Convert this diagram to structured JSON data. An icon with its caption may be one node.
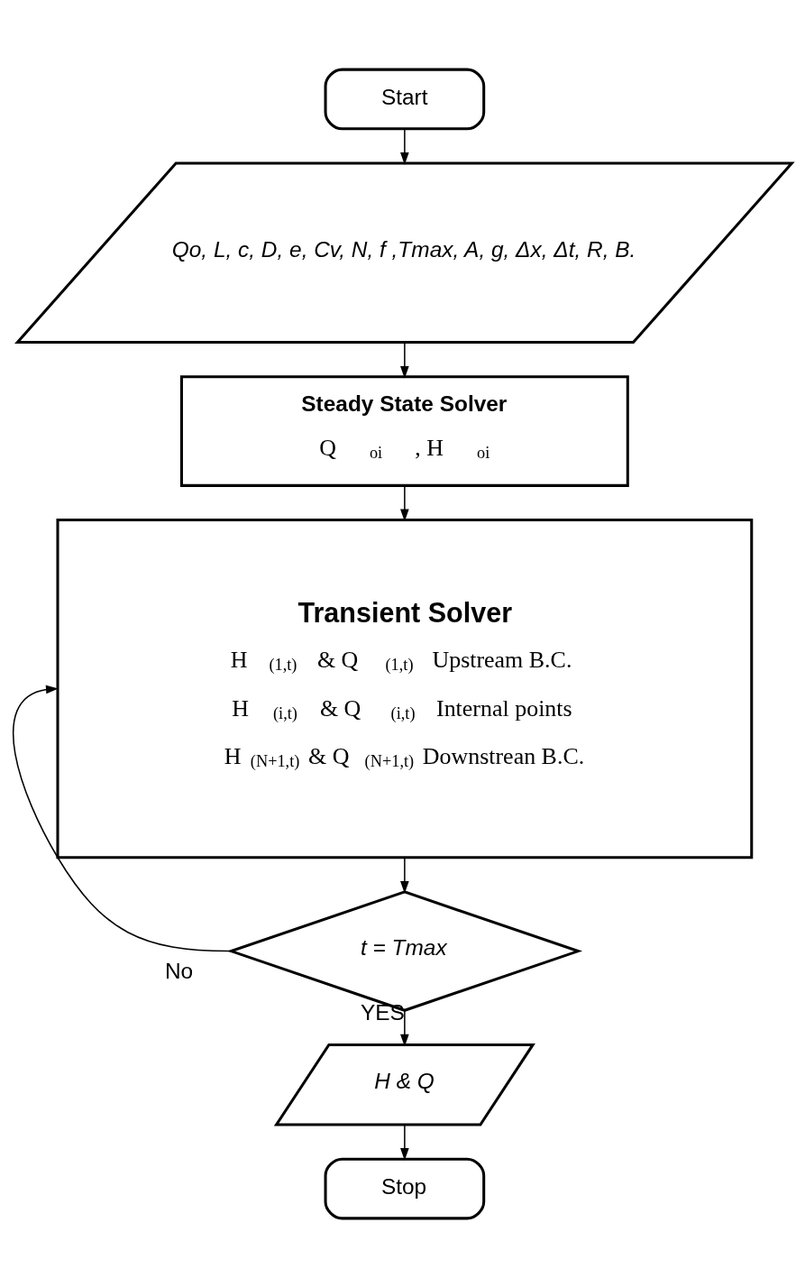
{
  "diagram": {
    "nodes": [
      {
        "text": [
          "Start"
        ]
      },
      {
        "text": [
          "Qo, L, c, D, e, Cv, N, f ,Tmax, A, g, Δx, Δt, R, B."
        ]
      },
      {
        "text": [
          "Steady State Solver",
          "Q$_{oi}$, H$_{oi}$"
        ]
      },
      {
        "text": [
          "Transient Solver",
          "H$_{(1,t)}$ & Q$_{(1,t)}$ Upstream B.C.",
          "H$_{(i,t)}$ & Q$_{(i,t)}$ Internal points",
          "H$_{(N+1,t)}$ & Q$_{(N+1,t)}$Downstrean B.C."
        ]
      },
      {
        "text": [
          "t = Tmax"
        ]
      },
      {
        "text": [
          "H & Q"
        ]
      },
      {
        "text": [
          "Stop"
        ]
      }
    ],
    "edges": [
      {
        "from": 0,
        "to": 1,
        "arrow": "to"
      },
      {
        "from": 1,
        "to": 2,
        "arrow": "to"
      },
      {
        "from": 2,
        "to": 3,
        "arrow": "to"
      },
      {
        "from": 3,
        "to": 4,
        "arrow": "to"
      },
      {
        "from": 4,
        "to": 3,
        "arrow": "to",
        "label": "No"
      },
      {
        "from": 4,
        "to": 5,
        "arrow": "to",
        "label": "YES"
      },
      {
        "from": 5,
        "to": 6,
        "arrow": "to"
      }
    ]
  }
}
